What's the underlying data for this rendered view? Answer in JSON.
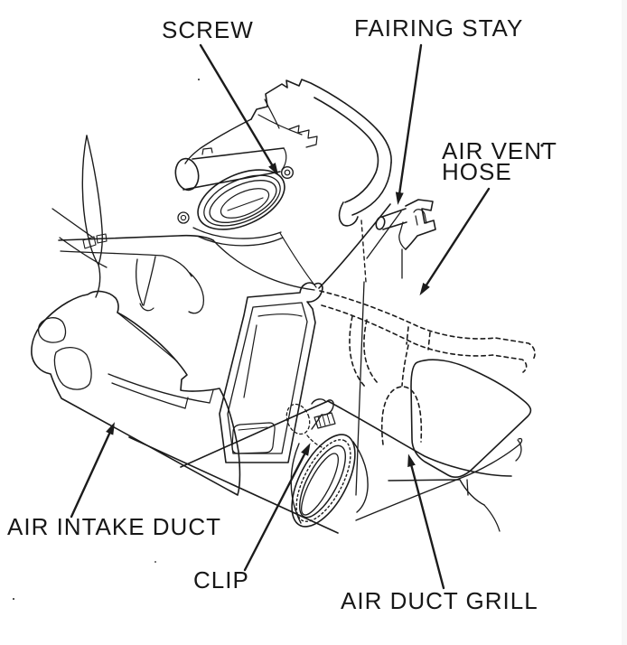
{
  "figure": {
    "kind": "service-manual line illustration",
    "subject": "air intake duct / fairing assembly"
  },
  "labels": {
    "screw": "SCREW",
    "fairing_stay": "FAIRING STAY",
    "air_vent_hose_line1": "AIR VENT",
    "air_vent_hose_line2": "HOSE",
    "air_intake_duct": "AIR INTAKE DUCT",
    "clip": "CLIP",
    "air_duct_grill": "AIR DUCT GRILL"
  },
  "colors": {
    "ink": "#1b1b1b",
    "label_text": "#171717",
    "background": "#ffffff"
  }
}
